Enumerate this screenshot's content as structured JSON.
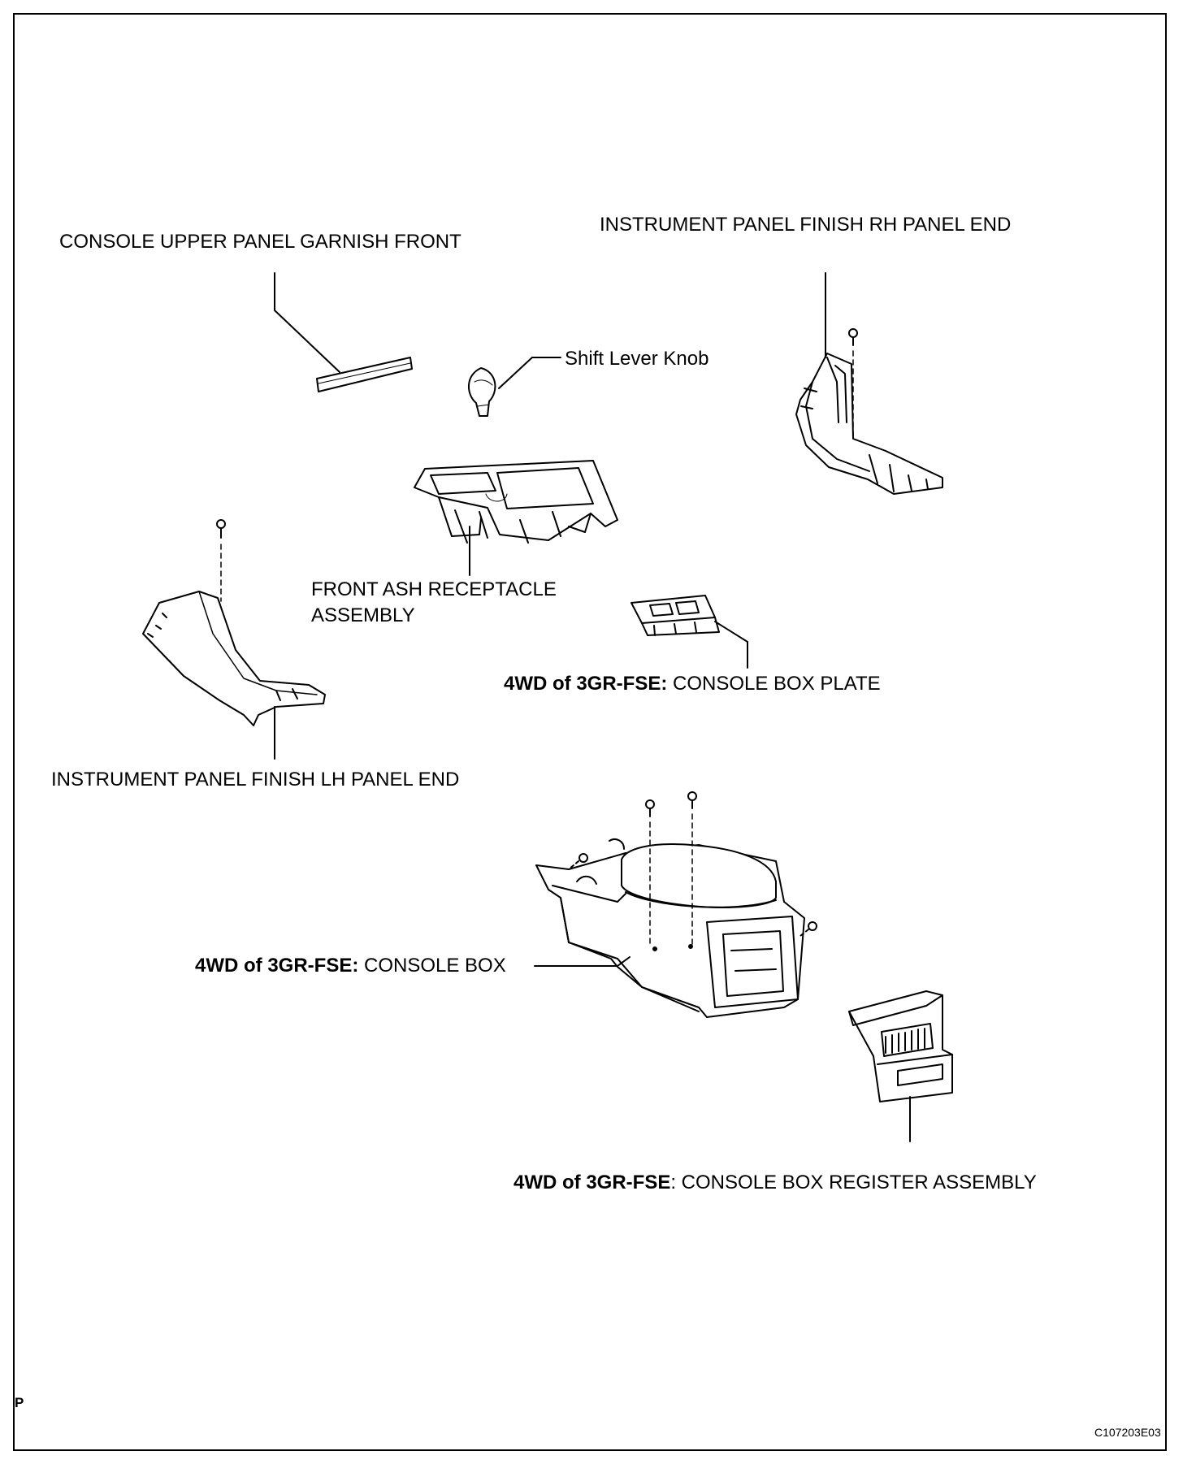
{
  "labels": {
    "garnish_front": "CONSOLE UPPER PANEL GARNISH FRONT",
    "rh_panel_end": "INSTRUMENT PANEL FINISH RH PANEL END",
    "shift_knob": "Shift Lever Knob",
    "ash_line1": "FRONT ASH RECEPTACLE",
    "ash_line2": "ASSEMBLY",
    "lh_panel_end": "INSTRUMENT PANEL FINISH LH PANEL END",
    "box_plate_prefix": "4WD of 3GR-FSE:",
    "box_plate": " CONSOLE BOX PLATE",
    "console_box_prefix": "4WD of 3GR-FSE:",
    "console_box": " CONSOLE BOX",
    "register_prefix": "4WD of 3GR-FSE",
    "register": ": CONSOLE BOX REGISTER ASSEMBLY"
  },
  "corner_mark": "P",
  "figure_code": "C107203E03"
}
